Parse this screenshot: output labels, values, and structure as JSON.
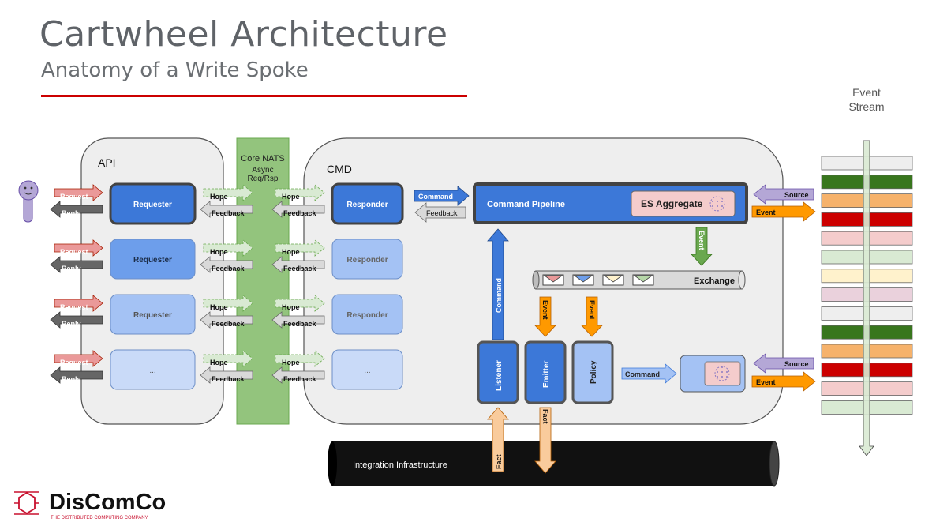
{
  "header": {
    "title": "Cartwheel Architecture",
    "subtitle": "Anatomy of a Write Spoke"
  },
  "logo": {
    "name": "DisComCo",
    "tagline": "THE DISTRIBUTED COMPUTING COMPANY"
  },
  "api": {
    "label": "API",
    "request_label": "Request",
    "reply_label": "Reply",
    "requesters": [
      "Requester",
      "Requester",
      "Requester",
      "..."
    ]
  },
  "nats": {
    "label_line1": "Core NATS",
    "label_line2": "Async",
    "label_line3": "Req/Rsp",
    "hope_label": "Hope",
    "feedback_label": "Feedback"
  },
  "cmd": {
    "label": "CMD",
    "responders": [
      "Responder",
      "Responder",
      "Responder",
      "..."
    ],
    "command_label": "Command",
    "feedback_label": "Feedback",
    "pipeline_label": "Command Pipeline",
    "aggregate_label": "ES Aggregate",
    "event_label": "Event",
    "exchange_label": "Exchange",
    "listener_label": "Listener",
    "emitter_label": "Emitter",
    "policy_label": "Policy",
    "fact_label": "Fact"
  },
  "stream": {
    "title_line1": "Event",
    "title_line2": "Stream",
    "source_label": "Source",
    "event_label": "Event",
    "colors": [
      "#eeeeee",
      "#38761d",
      "#f6b26b",
      "#cc0000",
      "#f4cccc",
      "#d9ead3",
      "#fff2cc",
      "#ead1dc",
      "#eeeeee",
      "#38761d",
      "#f6b26b",
      "#cc0000",
      "#f4cccc",
      "#d9ead3"
    ]
  },
  "integration": {
    "label": "Integration Infrastructure"
  }
}
